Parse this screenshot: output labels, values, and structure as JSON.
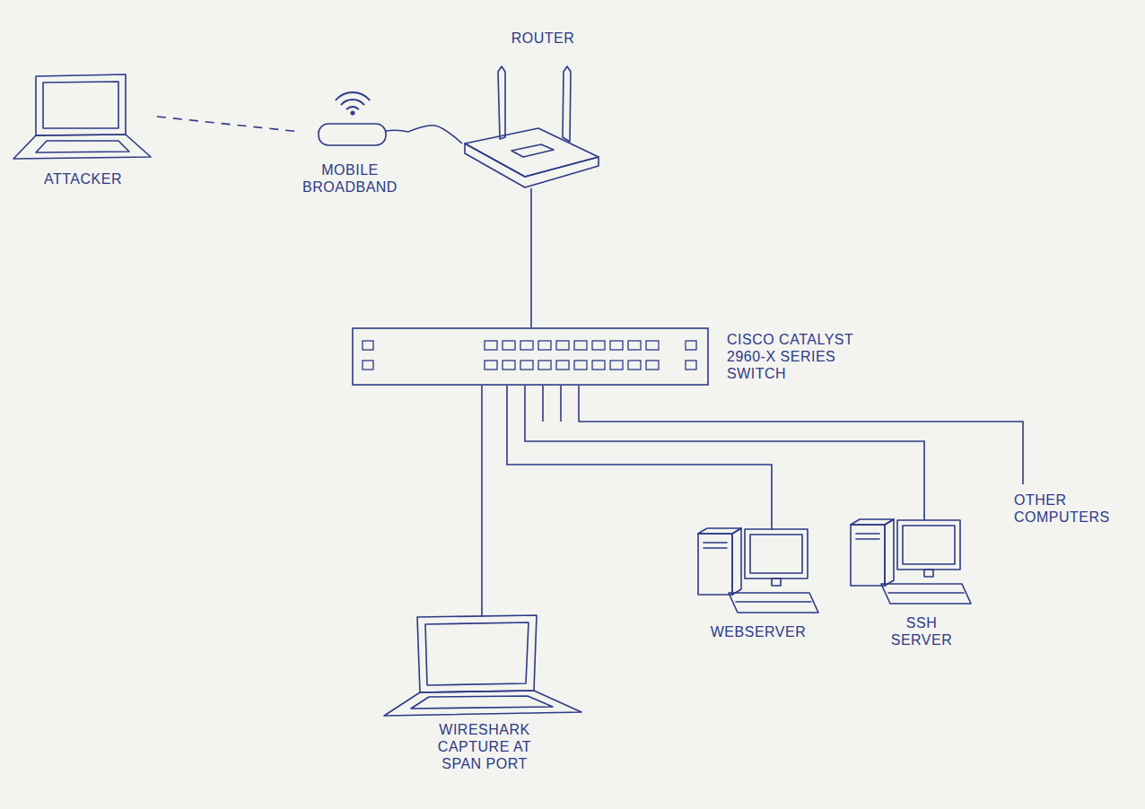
{
  "diagram": {
    "nodes": [
      {
        "text": [
          "ATTACKER"
        ]
      },
      {
        "text": [
          "MOBILE BROADBAND"
        ]
      },
      {
        "text": [
          "ROUTER"
        ]
      },
      {
        "text": [
          "CISCO CATALYST 2960-X SERIES SWITCH"
        ]
      },
      {
        "text": [
          "WIRESHARK CAPTURE AT SPAN PORT"
        ]
      },
      {
        "text": [
          "WEBSERVER"
        ]
      },
      {
        "text": [
          "SSH SERVER"
        ]
      },
      {
        "text": [
          "OTHER COMPUTERS"
        ]
      }
    ],
    "edges": [
      {
        "from": 0,
        "to": 1,
        "arrow": "none"
      },
      {
        "from": 1,
        "to": 2,
        "arrow": "none"
      },
      {
        "from": 2,
        "to": 3,
        "arrow": "none"
      },
      {
        "from": 3,
        "to": 4,
        "arrow": "none"
      },
      {
        "from": 3,
        "to": 5,
        "arrow": "none"
      },
      {
        "from": 3,
        "to": 6,
        "arrow": "none"
      },
      {
        "from": 3,
        "to": 7,
        "arrow": "none"
      }
    ]
  }
}
